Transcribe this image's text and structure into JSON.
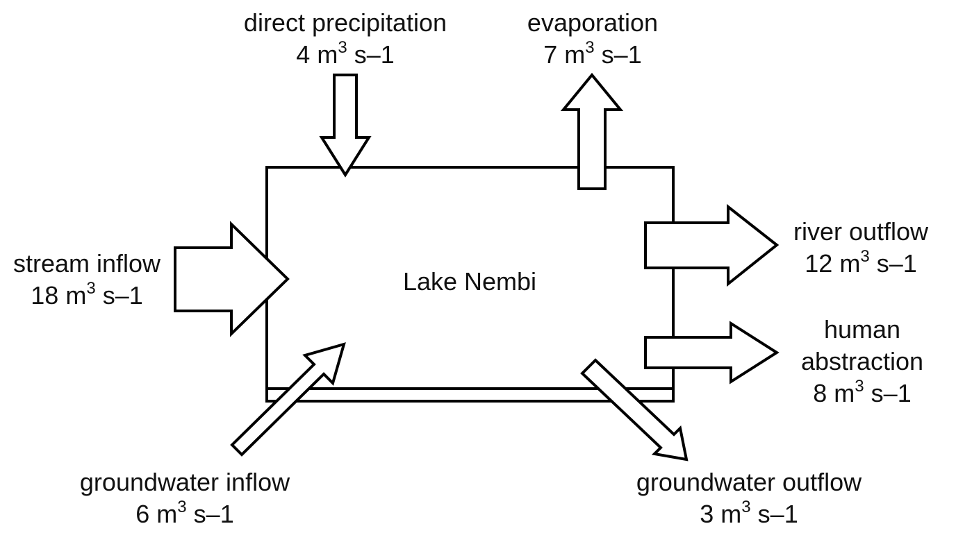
{
  "lake": {
    "name": "Lake Nembi"
  },
  "flows": {
    "direct_precipitation": {
      "name": "direct precipitation",
      "value": "4",
      "unit_base": "m",
      "unit_exp": "3",
      "unit_tail": "s–1"
    },
    "evaporation": {
      "name": "evaporation",
      "value": "7",
      "unit_base": "m",
      "unit_exp": "3",
      "unit_tail": "s–1"
    },
    "stream_inflow": {
      "name": "stream inflow",
      "value": "18",
      "unit_base": "m",
      "unit_exp": "3",
      "unit_tail": "s–1"
    },
    "river_outflow": {
      "name": "river outflow",
      "value": "12",
      "unit_base": "m",
      "unit_exp": "3",
      "unit_tail": "s–1"
    },
    "human_abstraction": {
      "name_line1": "human",
      "name_line2": "abstraction",
      "value": "8",
      "unit_base": "m",
      "unit_exp": "3",
      "unit_tail": "s–1"
    },
    "groundwater_inflow": {
      "name": "groundwater inflow",
      "value": "6",
      "unit_base": "m",
      "unit_exp": "3",
      "unit_tail": "s–1"
    },
    "groundwater_outflow": {
      "name": "groundwater outflow",
      "value": "3",
      "unit_base": "m",
      "unit_exp": "3",
      "unit_tail": "s–1"
    }
  }
}
